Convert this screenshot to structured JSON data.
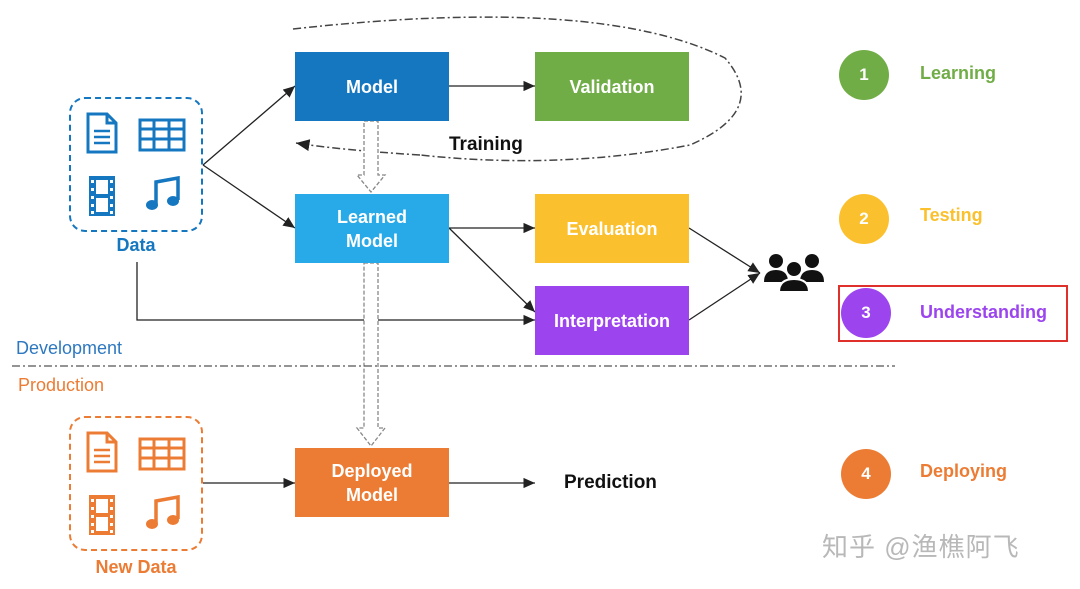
{
  "colors": {
    "blue_dark": "#1577c0",
    "blue_light": "#29aae8",
    "green": "#71ad47",
    "yellow": "#fbc02d",
    "purple": "#9c45ee",
    "orange": "#ec7c34",
    "data_blue": "#1577c0",
    "data_orange": "#ec7c34",
    "highlight_red": "#e0302b"
  },
  "boxes": {
    "model": "Model",
    "validation": "Validation",
    "learned_model": "Learned\nModel",
    "evaluation": "Evaluation",
    "interpretation": "Interpretation",
    "deployed_model": "Deployed\nModel"
  },
  "labels": {
    "training": "Training",
    "prediction": "Prediction",
    "data": "Data",
    "new_data": "New Data"
  },
  "sections": {
    "development": "Development",
    "production": "Production"
  },
  "steps": [
    {
      "number": "1",
      "label": "Learning",
      "color": "#71ad47"
    },
    {
      "number": "2",
      "label": "Testing",
      "color": "#fbc02d"
    },
    {
      "number": "3",
      "label": "Understanding",
      "color": "#9c45ee"
    },
    {
      "number": "4",
      "label": "Deploying",
      "color": "#ec7c34"
    }
  ],
  "icons": {
    "data": [
      "document-icon",
      "table-icon",
      "film-icon",
      "music-note-icon"
    ],
    "audience": "people-group-icon"
  },
  "watermark": "知乎 @渔樵阿飞"
}
